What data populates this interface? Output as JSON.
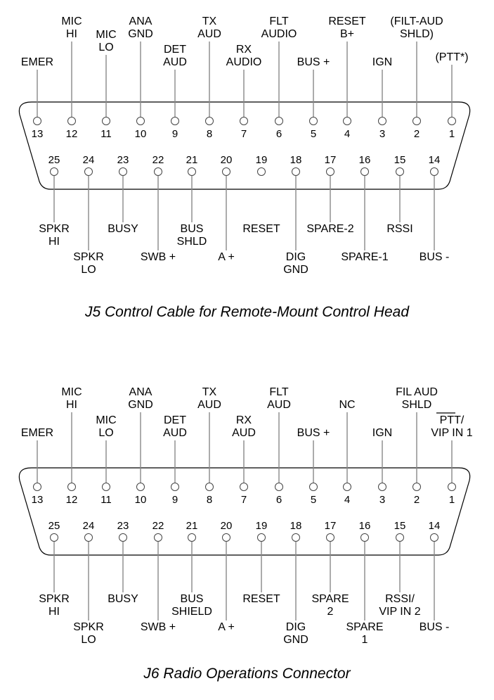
{
  "connectors": [
    {
      "caption": "J5 Control Cable for Remote-Mount Control Head",
      "pins_top": [
        {
          "num": "13",
          "label": [
            "EMER"
          ]
        },
        {
          "num": "12",
          "label": [
            "MIC",
            "HI"
          ]
        },
        {
          "num": "11",
          "label": [
            "MIC",
            "LO"
          ]
        },
        {
          "num": "10",
          "label": [
            "ANA",
            "GND"
          ]
        },
        {
          "num": "9",
          "label": [
            "DET",
            "AUD"
          ]
        },
        {
          "num": "8",
          "label": [
            "TX",
            "AUD"
          ]
        },
        {
          "num": "7",
          "label": [
            "RX",
            "AUDIO"
          ]
        },
        {
          "num": "6",
          "label": [
            "FLT",
            "AUDIO"
          ]
        },
        {
          "num": "5",
          "label": [
            "BUS +"
          ]
        },
        {
          "num": "4",
          "label": [
            "RESET",
            "B+"
          ]
        },
        {
          "num": "3",
          "label": [
            "IGN"
          ]
        },
        {
          "num": "2",
          "label": [
            "(FILT-AUD",
            "SHLD)"
          ]
        },
        {
          "num": "1",
          "label": [
            "(PTT*)"
          ]
        }
      ],
      "pins_bottom": [
        {
          "num": "25",
          "label": [
            "SPKR",
            "HI"
          ]
        },
        {
          "num": "24",
          "label": [
            "SPKR",
            "LO"
          ]
        },
        {
          "num": "23",
          "label": [
            "BUSY"
          ]
        },
        {
          "num": "22",
          "label": [
            "SWB +"
          ]
        },
        {
          "num": "21",
          "label": [
            "BUS",
            "SHLD"
          ]
        },
        {
          "num": "20",
          "label": [
            "A +"
          ]
        },
        {
          "num": "19",
          "label": [
            "RESET"
          ]
        },
        {
          "num": "18",
          "label": [
            "DIG",
            "GND"
          ]
        },
        {
          "num": "17",
          "label": [
            "SPARE-2"
          ]
        },
        {
          "num": "16",
          "label": [
            "SPARE-1"
          ]
        },
        {
          "num": "15",
          "label": [
            "RSSI"
          ]
        },
        {
          "num": "14",
          "label": [
            "BUS -"
          ]
        }
      ]
    },
    {
      "caption": "J6 Radio Operations Connector",
      "pins_top": [
        {
          "num": "13",
          "label": [
            "EMER"
          ]
        },
        {
          "num": "12",
          "label": [
            "MIC",
            "HI"
          ]
        },
        {
          "num": "11",
          "label": [
            "MIC",
            "LO"
          ]
        },
        {
          "num": "10",
          "label": [
            "ANA",
            "GND"
          ]
        },
        {
          "num": "9",
          "label": [
            "DET",
            "AUD"
          ]
        },
        {
          "num": "8",
          "label": [
            "TX",
            "AUD"
          ]
        },
        {
          "num": "7",
          "label": [
            "RX",
            "AUD"
          ]
        },
        {
          "num": "6",
          "label": [
            "FLT",
            "AUD"
          ]
        },
        {
          "num": "5",
          "label": [
            "BUS +"
          ]
        },
        {
          "num": "4",
          "label": [
            "NC"
          ]
        },
        {
          "num": "3",
          "label": [
            "IGN"
          ]
        },
        {
          "num": "2",
          "label": [
            "FIL AUD",
            "SHLD"
          ]
        },
        {
          "num": "1",
          "label": [
            "PTT/",
            "VIP IN 1"
          ]
        }
      ],
      "pins_bottom": [
        {
          "num": "25",
          "label": [
            "SPKR",
            "HI"
          ]
        },
        {
          "num": "24",
          "label": [
            "SPKR",
            "LO"
          ]
        },
        {
          "num": "23",
          "label": [
            "BUSY"
          ]
        },
        {
          "num": "22",
          "label": [
            "SWB +"
          ]
        },
        {
          "num": "21",
          "label": [
            "BUS",
            "SHIELD"
          ]
        },
        {
          "num": "20",
          "label": [
            "A +"
          ]
        },
        {
          "num": "19",
          "label": [
            "RESET"
          ]
        },
        {
          "num": "18",
          "label": [
            "DIG",
            "GND"
          ]
        },
        {
          "num": "17",
          "label": [
            "SPARE",
            "2"
          ]
        },
        {
          "num": "16",
          "label": [
            "SPARE",
            "1"
          ]
        },
        {
          "num": "15",
          "label": [
            "RSSI/",
            "VIP IN 2"
          ]
        },
        {
          "num": "14",
          "label": [
            "BUS -"
          ]
        }
      ]
    }
  ]
}
